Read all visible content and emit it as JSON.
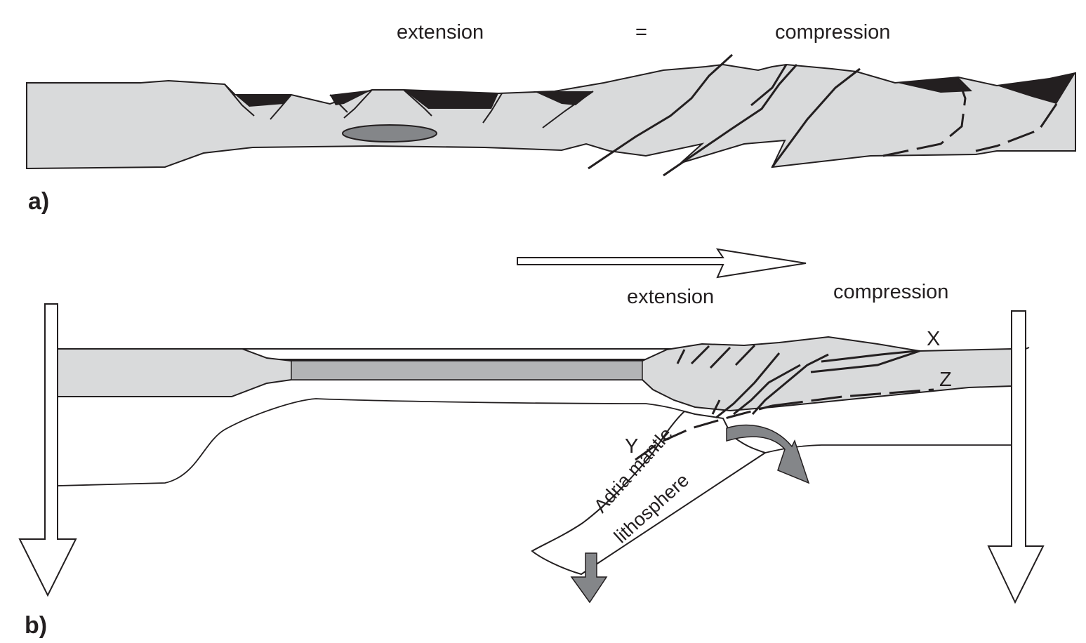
{
  "panel_a": {
    "label": "a)",
    "left_label": "extension",
    "equals_label": "=",
    "right_label": "compression"
  },
  "panel_b": {
    "label": "b)",
    "extension_label": "extension",
    "compression_label": "compression",
    "point_x": "X",
    "point_y": "Y",
    "point_z": "Z",
    "slab_label_line1": "Adria mantle",
    "slab_label_line2": "lithosphere"
  },
  "colors": {
    "crust_fill": "#d9dadb",
    "basin_fill": "#231f20",
    "lower_crust_fill": "#b3b4b6",
    "grey_arrow": "#848689",
    "line": "#231f20"
  }
}
